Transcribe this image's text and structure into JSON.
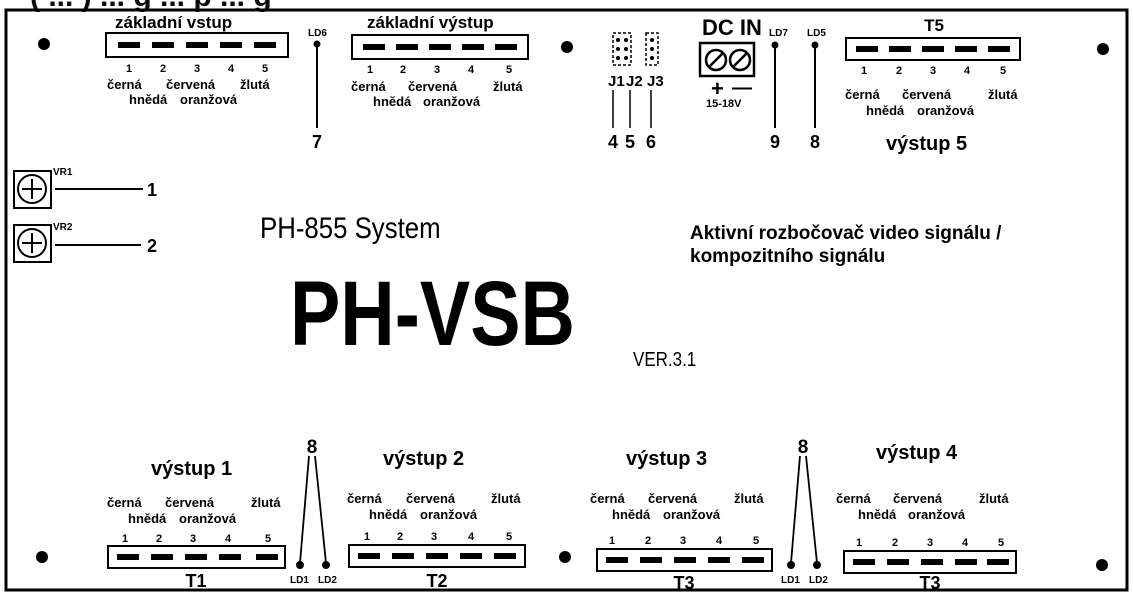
{
  "top_strip": "( ... ) ... g ... p ... g",
  "colors": {
    "ink": "#000000",
    "paper": "#ffffff"
  },
  "input": {
    "title": "základní vstup",
    "pins": [
      "1",
      "2",
      "3",
      "4",
      "5"
    ],
    "colors_top": [
      "černá",
      "červená",
      "žlutá"
    ],
    "colors_bottom": [
      "hnědá",
      "oranžová"
    ]
  },
  "ld6": {
    "label": "LD6",
    "number": "7"
  },
  "main_output": {
    "title": "základní výstup",
    "pins": [
      "1",
      "2",
      "3",
      "4",
      "5"
    ],
    "colors_top": [
      "černá",
      "červená",
      "žlutá"
    ],
    "colors_bottom": [
      "hnědá",
      "oranžová"
    ]
  },
  "jumpers": {
    "labels": [
      "J1",
      "J2",
      "J3"
    ],
    "numbers": [
      "4",
      "5",
      "6"
    ]
  },
  "dc_in": {
    "title": "DC IN",
    "plus": "+",
    "minus": "—",
    "voltage": "15-18V"
  },
  "ld7": {
    "label": "LD7",
    "number": "9"
  },
  "ld5": {
    "label": "LD5",
    "number": "8"
  },
  "t5": {
    "label": "T5",
    "pins": [
      "1",
      "2",
      "3",
      "4",
      "5"
    ],
    "colors_top": [
      "černá",
      "červená",
      "žlutá"
    ],
    "colors_bottom": [
      "hnědá",
      "oranžová"
    ],
    "title": "výstup 5"
  },
  "vr1": {
    "label": "VR1",
    "number": "1"
  },
  "vr2": {
    "label": "VR2",
    "number": "2"
  },
  "system_name": "PH-855 System",
  "description_lines": [
    "Aktivní rozbočovač video signálu /",
    "kompozitního signálu"
  ],
  "product": {
    "name": "PH-VSB",
    "version": "VER.3.1"
  },
  "outputs": [
    {
      "title": "výstup 1",
      "pins": [
        "1",
        "2",
        "3",
        "4",
        "5"
      ],
      "colors_top": [
        "černá",
        "červená",
        "žlutá"
      ],
      "colors_bottom": [
        "hnědá",
        "oranžová"
      ],
      "connector": "T1"
    },
    {
      "title": "výstup 2",
      "pins": [
        "1",
        "2",
        "3",
        "4",
        "5"
      ],
      "colors_top": [
        "černá",
        "červená",
        "žlutá"
      ],
      "colors_bottom": [
        "hnědá",
        "oranžová"
      ],
      "connector": "T2"
    },
    {
      "title": "výstup 3",
      "pins": [
        "1",
        "2",
        "3",
        "4",
        "5"
      ],
      "colors_top": [
        "černá",
        "červená",
        "žlutá"
      ],
      "colors_bottom": [
        "hnědá",
        "oranžová"
      ],
      "connector": "T3"
    },
    {
      "title": "výstup 4",
      "pins": [
        "1",
        "2",
        "3",
        "4",
        "5"
      ],
      "colors_top": [
        "černá",
        "červená",
        "žlutá"
      ],
      "colors_bottom": [
        "hnědá",
        "oranžová"
      ],
      "connector": "T3"
    }
  ],
  "led_pairs": [
    {
      "number": "8",
      "left": "LD1",
      "right": "LD2"
    },
    {
      "number": "8",
      "left": "LD1",
      "right": "LD2"
    }
  ]
}
